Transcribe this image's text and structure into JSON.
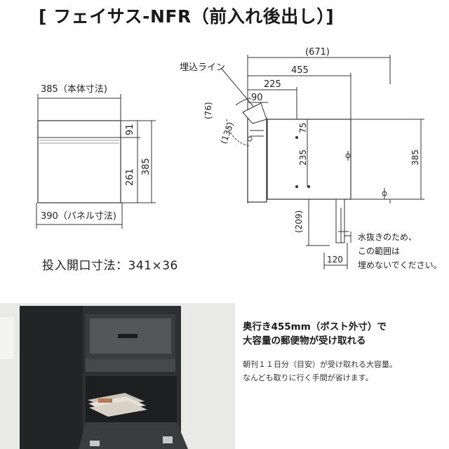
{
  "title": "[ フェイサス-NFR（前入れ後出し）]",
  "front_view": {
    "top_width_label": "385（本体寸法)",
    "bottom_width_label": "390（パネル寸法)",
    "upper_height": "91",
    "lower_height": "261",
    "total_height": "385"
  },
  "side_view": {
    "overall_depth": "(671)",
    "depth_post": "455",
    "depth_inner": "225",
    "front_depth": "90",
    "embed_line_label": "埋込ライン",
    "top_offset": "(76)",
    "arc_radius": "(135)",
    "upper_drop": "75",
    "mid_drop": "235",
    "total_height": "385",
    "lower_extension": "(209)",
    "bottom_width": "120",
    "note": [
      "水抜きのため、",
      "この範囲は",
      "埋めないでください。"
    ]
  },
  "opening_size": "投入開口寸法：341×36",
  "promo": {
    "headline": [
      "奥行き455mm（ポスト外寸）で",
      "大容量の郵便物が受け取れる"
    ],
    "body": [
      "朝刊１１日分（目安）が受け取れる大容量。",
      "なんども取りに行く手間が省けます。"
    ]
  },
  "colors": {
    "line": "#333333",
    "product_body": "#2e2f31",
    "photo_bg": "#e9e9e7"
  }
}
